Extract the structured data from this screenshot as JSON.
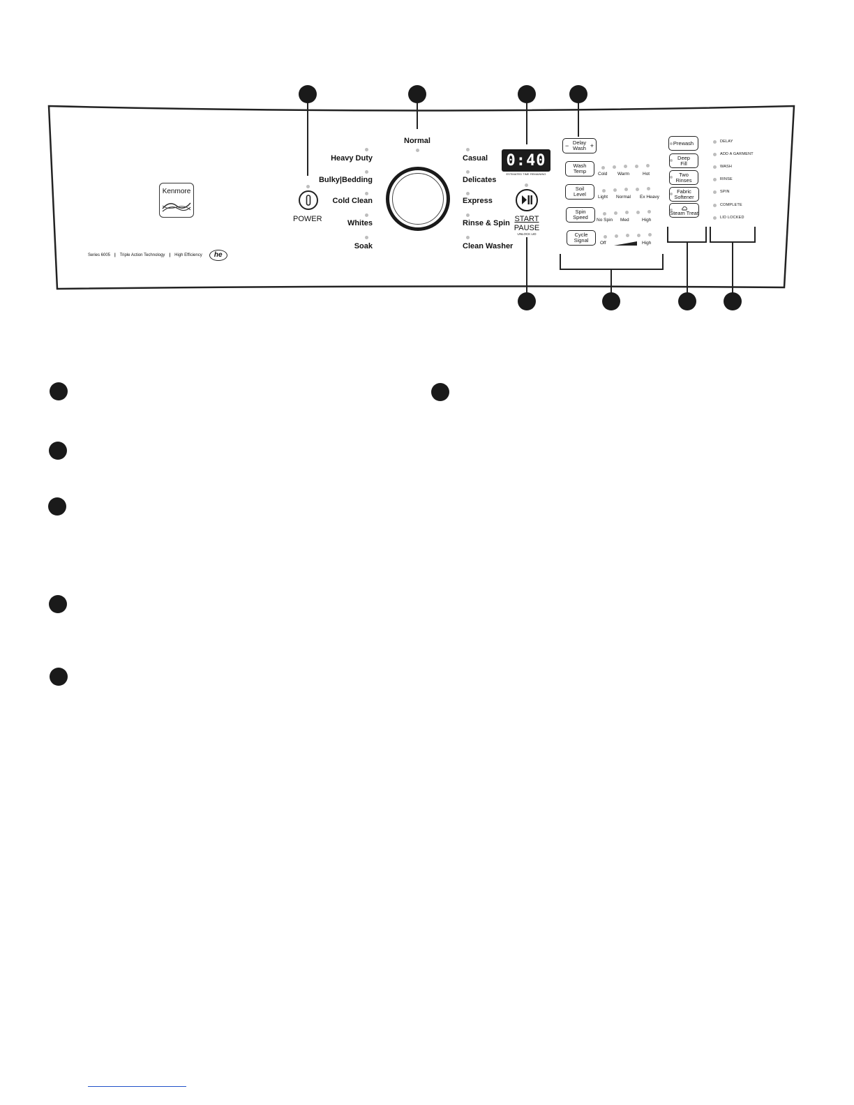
{
  "brand": {
    "logo_text": "Kenmore"
  },
  "series_line": {
    "series": "Series 6005",
    "feature1": "Triple Action Technology",
    "feature2": "High Efficiency",
    "he_logo": "he"
  },
  "power": {
    "label": "POWER"
  },
  "cycles": {
    "top": "Normal",
    "left": [
      "Heavy Duty",
      "Bulky|Bedding",
      "Cold Clean",
      "Whites",
      "Soak"
    ],
    "right": [
      "Casual",
      "Delicates",
      "Express",
      "Rinse & Spin",
      "Clean Washer"
    ]
  },
  "display": {
    "time": "0:40",
    "caption": "ESTIMATED TIME REMAINING"
  },
  "start": {
    "line1": "START",
    "line2": "PAUSE",
    "caption": "UNLOCK LID"
  },
  "delay_wash": {
    "minus": "−",
    "line1": "Delay",
    "line2": "Wash",
    "plus": "+"
  },
  "settings": [
    {
      "line1": "Wash",
      "line2": "Temp",
      "options": [
        "Cold",
        "Warm",
        "Hot"
      ]
    },
    {
      "line1": "Soil",
      "line2": "Level",
      "options": [
        "Light",
        "Normal",
        "Ex Heavy"
      ]
    },
    {
      "line1": "Spin",
      "line2": "Speed",
      "options": [
        "No Spin",
        "Med",
        "High"
      ]
    },
    {
      "line1": "Cycle",
      "line2": "Signal",
      "options": [
        "Off",
        "High"
      ]
    }
  ],
  "options_buttons": [
    {
      "line1": "Prewash",
      "line2": ""
    },
    {
      "line1": "Deep",
      "line2": "Fill"
    },
    {
      "line1": "Two",
      "line2": "Rinses"
    },
    {
      "line1": "Fabric",
      "line2": "Softener"
    },
    {
      "line1": "Steam Treat",
      "line2": "",
      "icon": "steam-icon"
    }
  ],
  "status_indicators": [
    "DELAY",
    "ADD A GARMENT",
    "WASH",
    "RINSE",
    "SPIN",
    "COMPLETE",
    "LID LOCKED"
  ],
  "colors": {
    "callout": "#1a1a1a",
    "display_bg": "#1c1c1c",
    "led_dot": "#bdbdbd",
    "footer_link": "#2050c8"
  }
}
